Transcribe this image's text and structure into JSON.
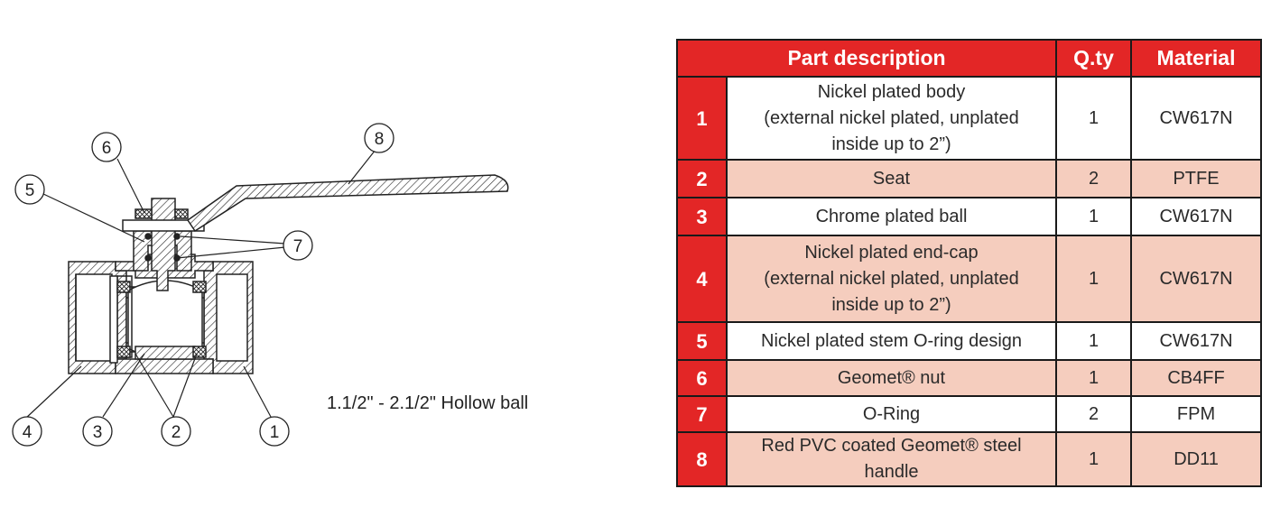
{
  "diagram": {
    "caption": "1.1/2\" - 2.1/2\" Hollow ball",
    "callouts": [
      "1",
      "2",
      "3",
      "4",
      "5",
      "6",
      "7",
      "8"
    ]
  },
  "table": {
    "headers": {
      "description": "Part description",
      "qty": "Q.ty",
      "material": "Material"
    },
    "rows": [
      {
        "num": "1",
        "description": "Nickel plated body\n(external nickel plated, unplated\ninside up to 2”)",
        "qty": "1",
        "material": "CW617N"
      },
      {
        "num": "2",
        "description": "Seat",
        "qty": "2",
        "material": "PTFE"
      },
      {
        "num": "3",
        "description": "Chrome plated ball",
        "qty": "1",
        "material": "CW617N"
      },
      {
        "num": "4",
        "description": "Nickel plated end-cap\n(external nickel plated, unplated\ninside up to 2”)",
        "qty": "1",
        "material": "CW617N"
      },
      {
        "num": "5",
        "description": "Nickel plated stem O-ring design",
        "qty": "1",
        "material": "CW617N"
      },
      {
        "num": "6",
        "description": "Geomet® nut",
        "qty": "1",
        "material": "CB4FF"
      },
      {
        "num": "7",
        "description": "O-Ring",
        "qty": "2",
        "material": "FPM"
      },
      {
        "num": "8",
        "description": "Red PVC coated Geomet® steel\nhandle",
        "qty": "1",
        "material": "DD11"
      }
    ]
  },
  "colors": {
    "header_red": "#e32626",
    "row_shade": "#f5cdbe",
    "line": "#1a1a1a"
  }
}
